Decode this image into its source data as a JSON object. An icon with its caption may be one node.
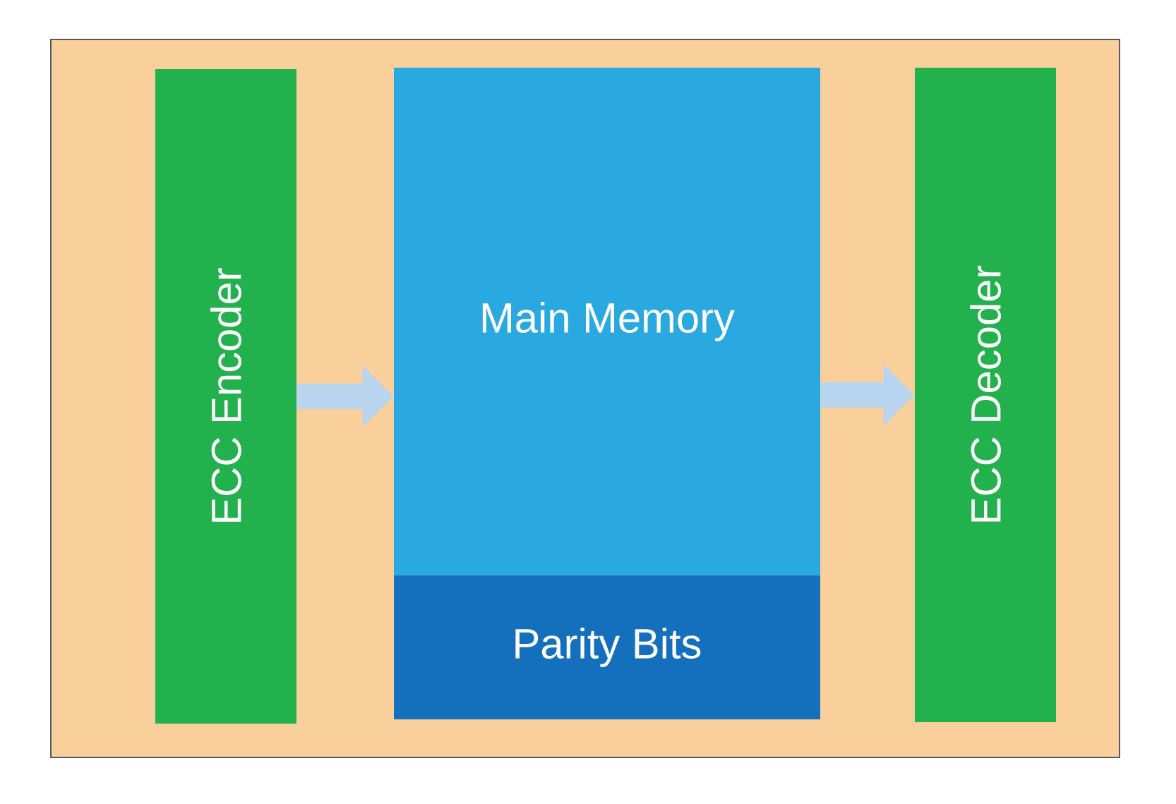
{
  "diagram": {
    "nodes": [
      {
        "text": [],
        "shape": "box"
      },
      {
        "text": [
          "ECC Encoder"
        ],
        "in": 0
      },
      {
        "text": [
          "Main Memory"
        ],
        "in": 0
      },
      {
        "text": [
          "Parity Bits"
        ],
        "in": 0
      },
      {
        "text": [
          "ECC Decoder"
        ],
        "in": 0
      }
    ],
    "edges": [
      {
        "from": 1,
        "to": 2,
        "arrow": "to"
      },
      {
        "from": 2,
        "to": 4,
        "arrow": "to"
      }
    ]
  }
}
